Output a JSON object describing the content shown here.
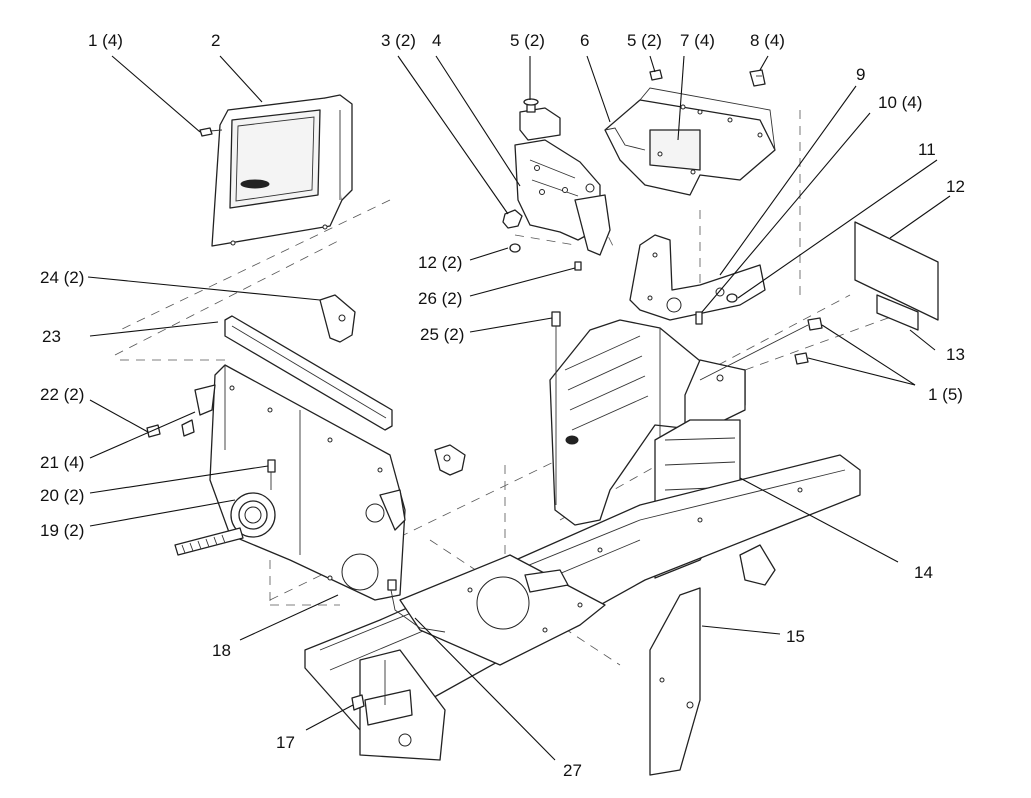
{
  "diagram": {
    "callouts": [
      {
        "id": "c1a",
        "text": "1 (4)"
      },
      {
        "id": "c2",
        "text": "2"
      },
      {
        "id": "c3",
        "text": "3 (2)"
      },
      {
        "id": "c4",
        "text": "4"
      },
      {
        "id": "c5a",
        "text": "5 (2)"
      },
      {
        "id": "c6",
        "text": "6"
      },
      {
        "id": "c5b",
        "text": "5 (2)"
      },
      {
        "id": "c7",
        "text": "7 (4)"
      },
      {
        "id": "c8",
        "text": "8 (4)"
      },
      {
        "id": "c9",
        "text": "9"
      },
      {
        "id": "c10",
        "text": "10 (4)"
      },
      {
        "id": "c11",
        "text": "11"
      },
      {
        "id": "c12a",
        "text": "12"
      },
      {
        "id": "c12b",
        "text": "12 (2)"
      },
      {
        "id": "c26",
        "text": "26 (2)"
      },
      {
        "id": "c24",
        "text": "24 (2)"
      },
      {
        "id": "c23",
        "text": "23"
      },
      {
        "id": "c25",
        "text": "25 (2)"
      },
      {
        "id": "c13",
        "text": "13"
      },
      {
        "id": "c1b",
        "text": "1 (5)"
      },
      {
        "id": "c22",
        "text": "22 (2)"
      },
      {
        "id": "c21",
        "text": "21 (4)"
      },
      {
        "id": "c20",
        "text": "20 (2)"
      },
      {
        "id": "c19",
        "text": "19 (2)"
      },
      {
        "id": "c14",
        "text": "14"
      },
      {
        "id": "c15",
        "text": "15"
      },
      {
        "id": "c18",
        "text": "18"
      },
      {
        "id": "c17",
        "text": "17"
      },
      {
        "id": "c27",
        "text": "27"
      }
    ]
  }
}
